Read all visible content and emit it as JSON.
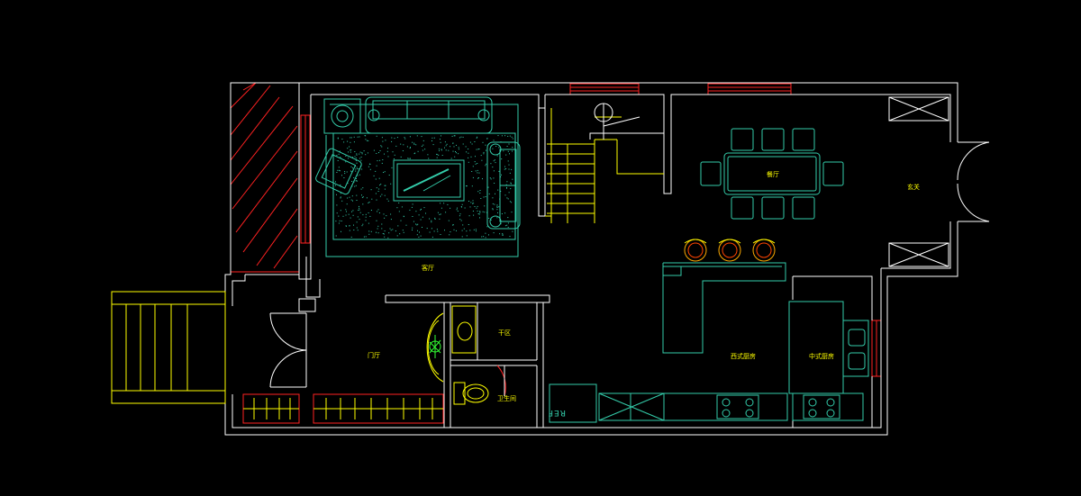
{
  "colors": {
    "background": "#000000",
    "wall": "#ffffff",
    "furniture": "#33ccaa",
    "stairs": "#ffff00",
    "window": "#ff2222",
    "green_plant": "#33ff33"
  },
  "rooms": {
    "living": "客厅",
    "dining": "餐厅",
    "entry": "门厅",
    "dry_area": "干区",
    "bathroom": "卫生间",
    "western_kitchen": "西式厨房",
    "chinese_kitchen": "中式厨房",
    "side_entry": "玄关"
  },
  "fixtures": {
    "fridge_label": "REF"
  }
}
